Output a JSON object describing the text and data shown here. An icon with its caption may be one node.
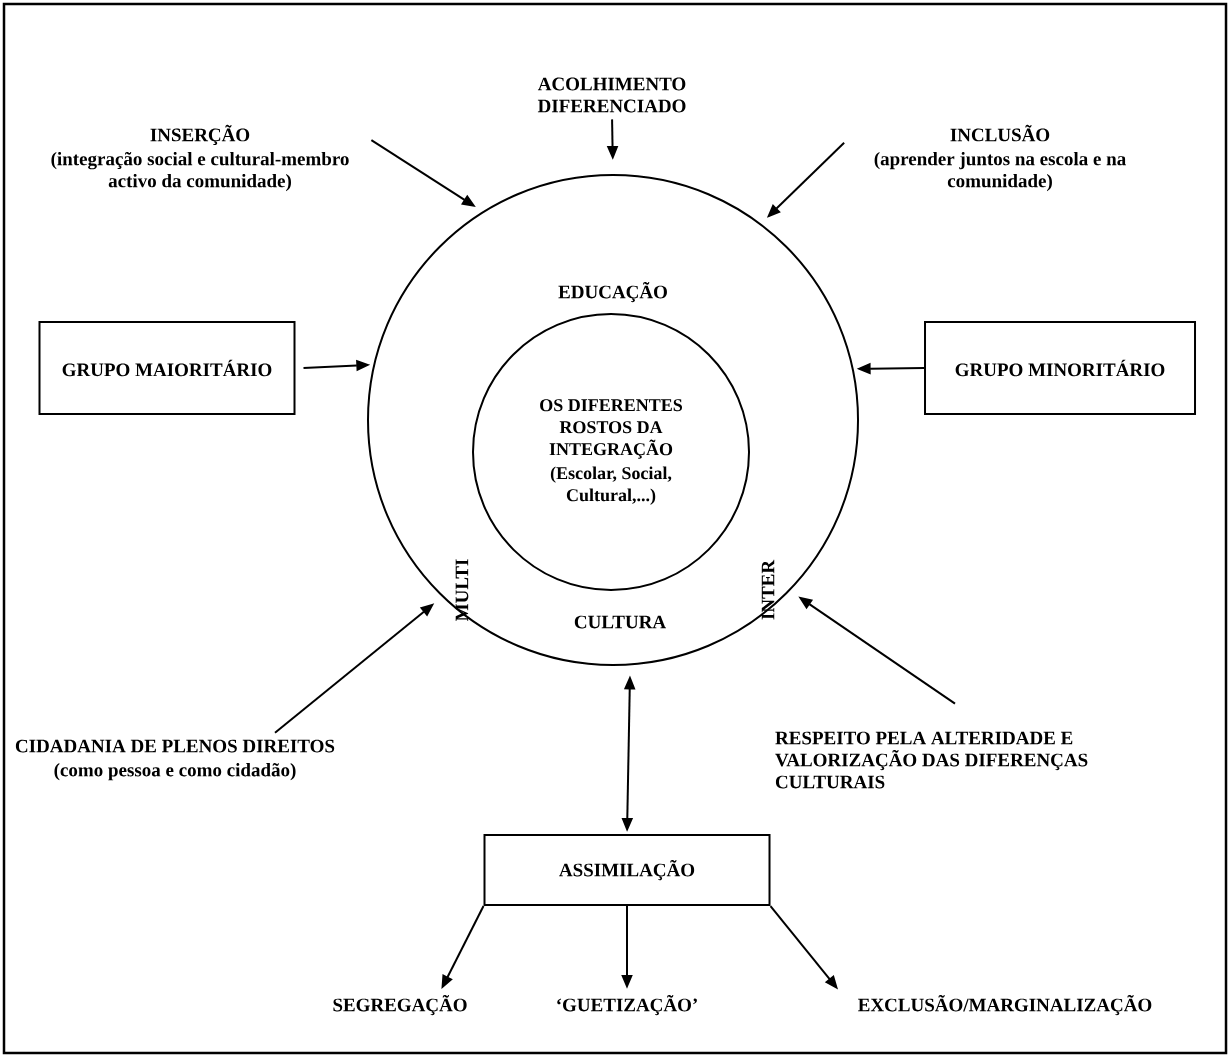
{
  "diagram": {
    "nodes": [
      {
        "text": [
          "EDUCAÇÃO",
          "MULTI",
          "CULTURA",
          "INTER"
        ]
      },
      {
        "text": [
          "OS DIFERENTES ROSTOS DA INTEGRAÇÃO",
          "(Escolar, Social, Cultural,...)"
        ],
        "in": 0
      },
      {
        "text": [
          "ACOLHIMENTO DIFERENCIADO"
        ]
      },
      {
        "text": [
          "INSERÇÃO",
          "(integração social e cultural-membro activo da comunidade)"
        ]
      },
      {
        "text": [
          "INCLUSÃO",
          "(aprender juntos na escola e na comunidade)"
        ]
      },
      {
        "text": [
          "GRUPO MAIORITÁRIO"
        ]
      },
      {
        "text": [
          "GRUPO MINORITÁRIO"
        ]
      },
      {
        "text": [
          "CIDADANIA DE PLENOS DIREITOS",
          "(como pessoa e como cidadão)"
        ]
      },
      {
        "text": [
          "RESPEITO PELA ALTERIDADE E VALORIZAÇÃO DAS DIFERENÇAS CULTURAIS"
        ]
      },
      {
        "text": [
          "ASSIMILAÇÃO"
        ]
      },
      {
        "text": [
          "SEGREGAÇÃO"
        ]
      },
      {
        "text": [
          "‘GUETIZAÇÃO’"
        ]
      },
      {
        "text": [
          "EXCLUSÃO/MARGINALIZAÇÃO"
        ]
      }
    ],
    "edges": [
      {
        "from": 2,
        "to": 0,
        "arrow": "to"
      },
      {
        "from": 3,
        "to": 0,
        "arrow": "to"
      },
      {
        "from": 4,
        "to": 0,
        "arrow": "to"
      },
      {
        "from": 5,
        "to": 0,
        "arrow": "to"
      },
      {
        "from": 6,
        "to": 0,
        "arrow": "to"
      },
      {
        "from": 7,
        "to": 0,
        "arrow": "to"
      },
      {
        "from": 8,
        "to": 0,
        "arrow": "to"
      },
      {
        "from": 0,
        "to": 9,
        "arrow": "both"
      },
      {
        "from": 9,
        "to": 10,
        "arrow": "to"
      },
      {
        "from": 9,
        "to": 11,
        "arrow": "to"
      },
      {
        "from": 9,
        "to": 12,
        "arrow": "to"
      }
    ]
  }
}
